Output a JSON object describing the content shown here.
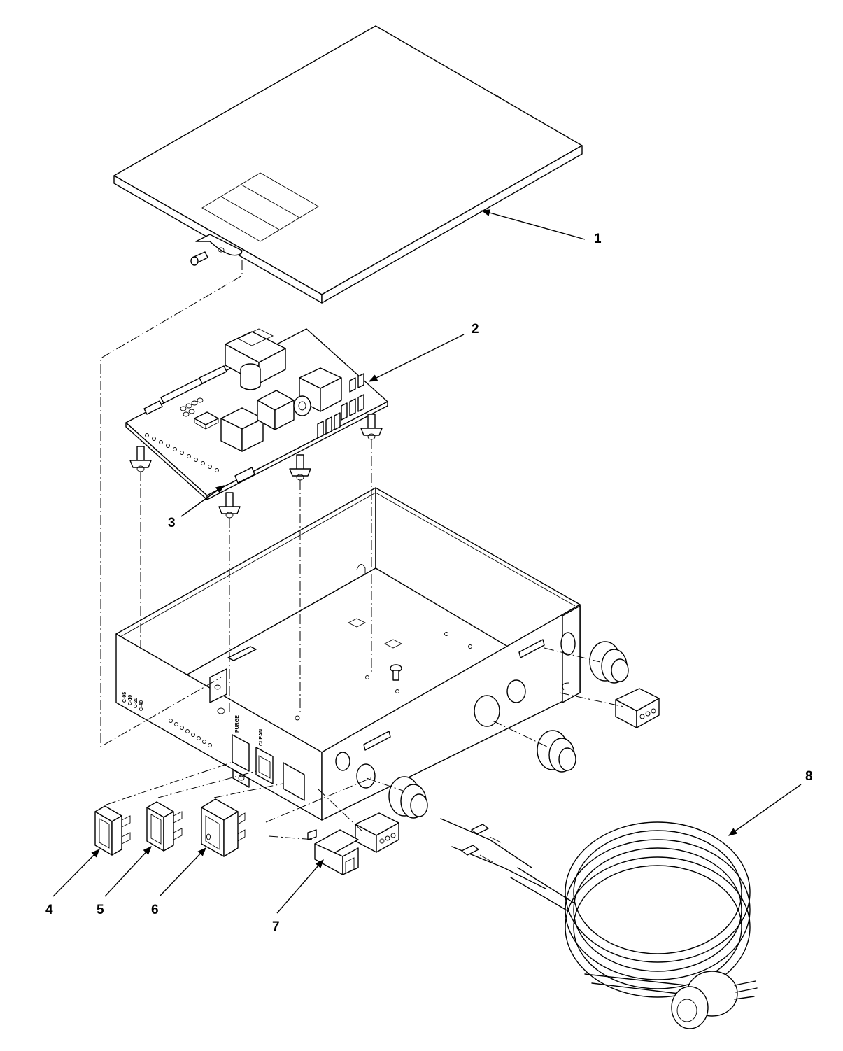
{
  "callouts": [
    {
      "id": "1",
      "label": "1"
    },
    {
      "id": "2",
      "label": "2"
    },
    {
      "id": "3",
      "label": "3"
    },
    {
      "id": "4",
      "label": "4"
    },
    {
      "id": "5",
      "label": "5"
    },
    {
      "id": "6",
      "label": "6"
    },
    {
      "id": "7",
      "label": "7"
    },
    {
      "id": "8",
      "label": "8"
    }
  ],
  "switch_labels": {
    "purge": "PURGE",
    "clean": "CLEAN"
  },
  "colors": {
    "line": "#000000",
    "background": "#ffffff"
  }
}
